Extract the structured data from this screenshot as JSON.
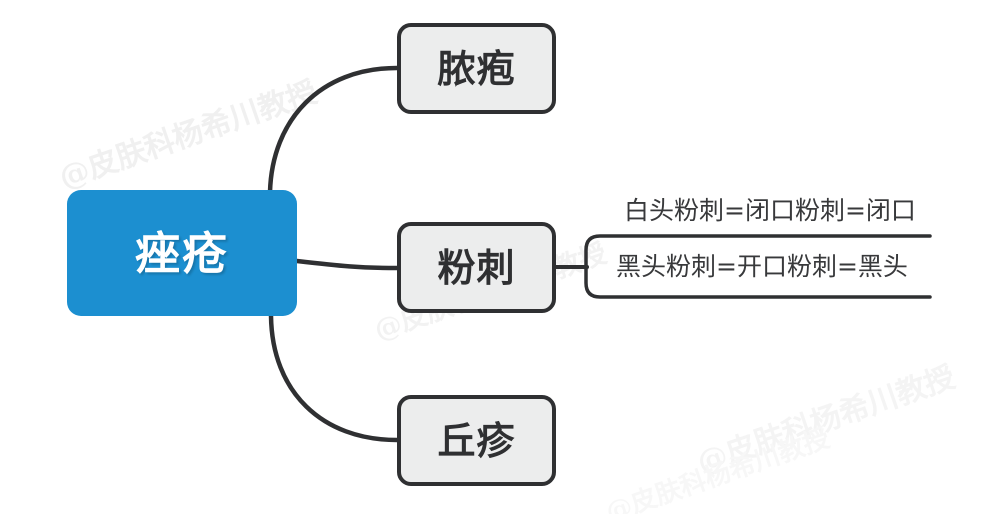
{
  "diagram": {
    "type": "mind-map",
    "title": "痤疮",
    "background_color": "#ffffff",
    "root": {
      "label": "痤疮",
      "fill_color": "#1c8fd0",
      "text_color": "#ffffff"
    },
    "branches": [
      {
        "label": "脓疱",
        "fill_color": "#eceded",
        "border_color": "#2f3032"
      },
      {
        "label": "粉刺",
        "fill_color": "#eceded",
        "border_color": "#2f3032"
      },
      {
        "label": "丘疹",
        "fill_color": "#eceded",
        "border_color": "#2f3032"
      }
    ],
    "leaves": [
      {
        "parent": "粉刺",
        "label": "白头粉刺=闭口粉刺=闭口"
      },
      {
        "parent": "粉刺",
        "label": "黑头粉刺=开口粉刺=黑头"
      }
    ]
  },
  "watermarks": [
    {
      "text": "@皮肤科杨希川教授"
    },
    {
      "text": "@皮肤科杨希川教授"
    },
    {
      "text": "@皮肤科杨希川教授"
    },
    {
      "text": "@皮肤科杨希川教授"
    }
  ]
}
